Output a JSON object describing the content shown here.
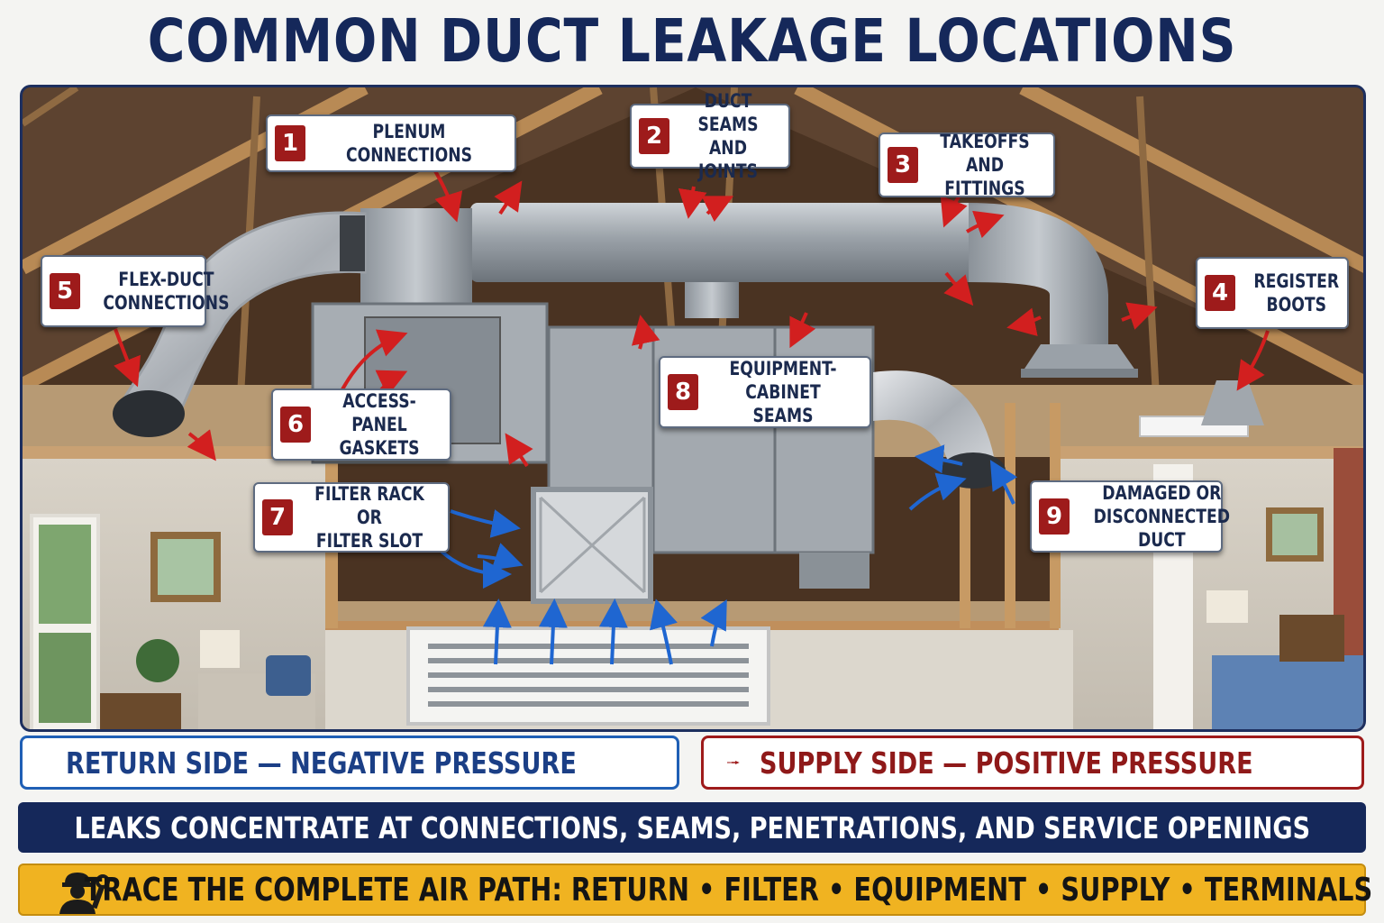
{
  "title": "COMMON DUCT LEAKAGE LOCATIONS",
  "callouts": [
    {
      "number": "1",
      "label": "PLENUM CONNECTIONS"
    },
    {
      "number": "2",
      "label": "DUCT SEAMS\nAND JOINTS"
    },
    {
      "number": "3",
      "label": "TAKEOFFS\nAND FITTINGS"
    },
    {
      "number": "4",
      "label": "REGISTER\nBOOTS"
    },
    {
      "number": "5",
      "label": "FLEX-DUCT\nCONNECTIONS"
    },
    {
      "number": "6",
      "label": "ACCESS-PANEL\nGASKETS"
    },
    {
      "number": "7",
      "label": "FILTER RACK OR\nFILTER SLOT"
    },
    {
      "number": "8",
      "label": "EQUIPMENT-CABINET\nSEAMS"
    },
    {
      "number": "9",
      "label": "DAMAGED OR\nDISCONNECTED DUCT"
    }
  ],
  "legend": {
    "return": {
      "label": "RETURN SIDE — NEGATIVE PRESSURE",
      "color": "#1f5fb5"
    },
    "supply": {
      "label": "SUPPLY SIDE — POSITIVE PRESSURE",
      "color": "#9e1b1b"
    }
  },
  "banner": "LEAKS CONCENTRATE AT CONNECTIONS, SEAMS, PENETRATIONS, AND SERVICE OPENINGS",
  "footer": "TRACE THE COMPLETE AIR PATH: RETURN • FILTER • EQUIPMENT • SUPPLY • TERMINALS",
  "icons": {
    "footer": "technician-wrench-icon",
    "return_arrow": "blue-arrow-icon",
    "supply_arrow": "red-arrow-icon"
  },
  "colors": {
    "title": "#15285a",
    "callout_number_bg": "#9e1b1b",
    "banner_bg": "#15285a",
    "footer_bg": "#f0b321"
  }
}
